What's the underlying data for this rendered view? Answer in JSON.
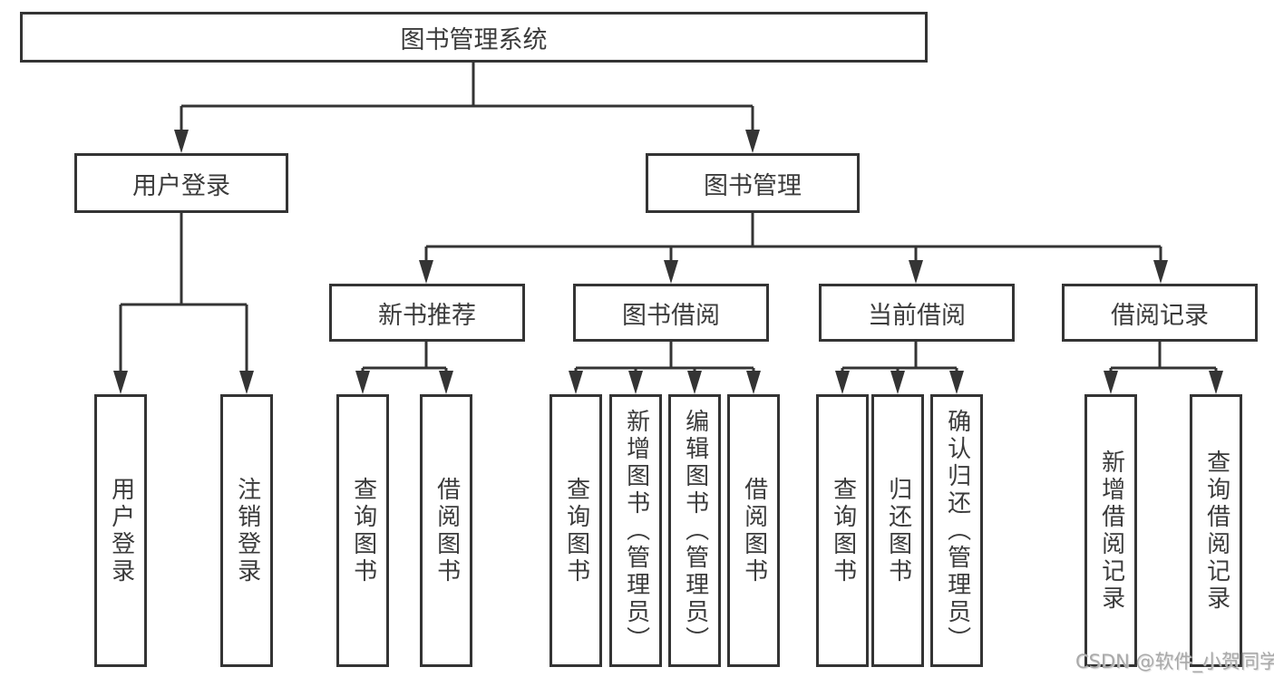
{
  "diagram": {
    "title": "图书管理系统",
    "root": {
      "label": "图书管理系统"
    },
    "level2": {
      "user_login": {
        "label": "用户登录"
      },
      "book_management": {
        "label": "图书管理"
      }
    },
    "level3": {
      "new_book_recommend": {
        "label": "新书推荐"
      },
      "book_borrow": {
        "label": "图书借阅"
      },
      "current_borrow": {
        "label": "当前借阅"
      },
      "borrow_record": {
        "label": "借阅记录"
      }
    },
    "leaves": {
      "user_login": [
        "用户登录",
        "注销登录"
      ],
      "new_book_recommend": [
        "查询图书",
        "借阅图书"
      ],
      "book_borrow": [
        "查询图书",
        "新增图书（管理员）",
        "编辑图书（管理员）",
        "借阅图书"
      ],
      "current_borrow": [
        "查询图书",
        "归还图书",
        "确认归还（管理员）"
      ],
      "borrow_record": [
        "新增借阅记录",
        "查询借阅记录"
      ]
    }
  },
  "watermark": {
    "text": "CSDN @软件_小贺同学"
  },
  "colors": {
    "line": "#343434",
    "border": "#343434",
    "text": "#3b3b3b",
    "watermark": "#a9a9a9",
    "background": "#ffffff"
  }
}
